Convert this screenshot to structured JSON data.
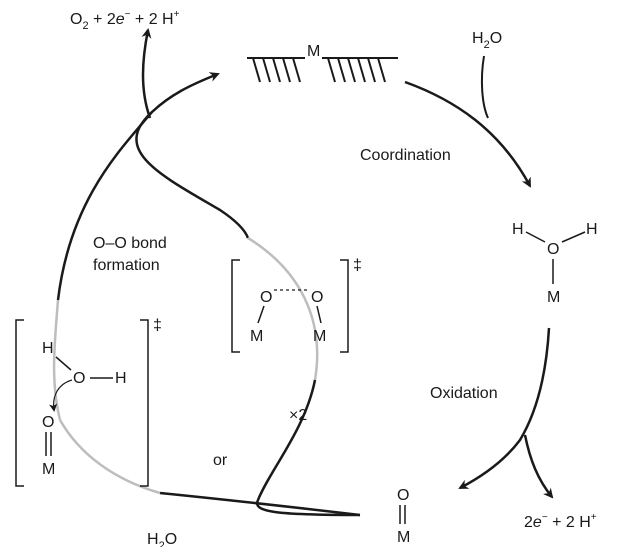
{
  "labels": {
    "o2_products": {
      "o": "O",
      "two": "2",
      "rest": " + 2",
      "e": "e",
      "minus": "−",
      "h": " + 2 H",
      "plus": "+"
    },
    "h2o_top": {
      "h": "H",
      "two": "2",
      "o": "O"
    },
    "metal_top": "M",
    "coordination": "Coordination",
    "oo_bond_line1": "O–O bond",
    "oo_bond_line2": "formation",
    "dagger": "‡",
    "oxidation": "Oxidation",
    "electrons_products": {
      "two": "2",
      "e": "e",
      "minus": "−",
      "h": " + 2 H",
      "plus": "+"
    },
    "or": "or",
    "times2": "×2",
    "h2o_bottom": {
      "h": "H",
      "two": "2",
      "o": "O"
    }
  },
  "atoms": {
    "h": "H",
    "o": "O",
    "m": "M"
  },
  "colors": {
    "ink": "#1a1a1a",
    "highlight": "#bdbdbd"
  }
}
